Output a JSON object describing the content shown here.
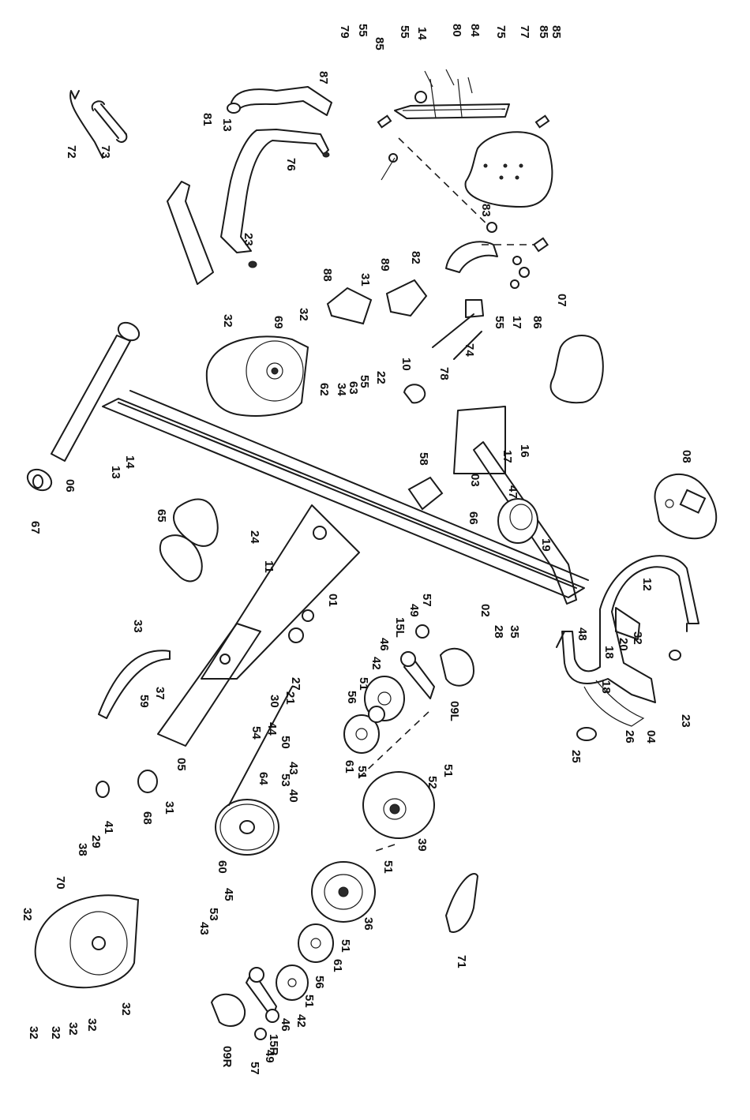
{
  "labels": {
    "p85a": "85",
    "p79": "79",
    "p55a": "55",
    "p85b": "85",
    "p55b": "55",
    "p14a": "14",
    "p80": "80",
    "p84": "84",
    "p75": "75",
    "p77": "77",
    "p85c": "85",
    "p87": "87",
    "p81": "81",
    "p13a": "13",
    "p76": "76",
    "p72": "72",
    "p73": "73",
    "p23a": "23",
    "p83": "83",
    "p89": "89",
    "p82": "82",
    "p88": "88",
    "p31a": "31",
    "p86": "86",
    "p17a": "17",
    "p55c": "55",
    "p74": "74",
    "p78": "78",
    "p07": "07",
    "p32a": "32",
    "p32b": "32",
    "p69": "69",
    "p10": "10",
    "p22": "22",
    "p55d": "55",
    "p63": "63",
    "p62": "62",
    "p34": "34",
    "p16": "16",
    "p17b": "17",
    "p03": "03",
    "p06": "06",
    "p14b": "14",
    "p13b": "13",
    "p67": "67",
    "p58": "58",
    "p08": "08",
    "p47": "47",
    "p65": "65",
    "p24": "24",
    "p11": "11",
    "p66": "66",
    "p19": "19",
    "p12": "12",
    "p02": "02",
    "p28": "28",
    "p35": "35",
    "p57a": "57",
    "p49a": "49",
    "p15L": "15L",
    "p48": "48",
    "p32c": "32",
    "p20": "20",
    "p18a": "18",
    "p18b": "18",
    "p46a": "46",
    "p42a": "42",
    "p01": "01",
    "p27": "27",
    "p21": "21",
    "p30": "30",
    "p33": "33",
    "p37": "37",
    "p59": "59",
    "p51a": "51",
    "p56a": "56",
    "p09L": "09L",
    "p04": "04",
    "p23b": "23",
    "p26": "26",
    "p44": "44",
    "p54": "54",
    "p50": "50",
    "p25": "25",
    "p61a": "61",
    "p51b": "51",
    "p51c": "51",
    "p52": "52",
    "p43a": "43",
    "p53a": "53",
    "p40": "40",
    "p64": "64",
    "p05": "05",
    "p31b": "31",
    "p68": "68",
    "p41": "41",
    "p29": "29",
    "p38": "38",
    "p39": "39",
    "p60": "60",
    "p51d": "51",
    "p45": "45",
    "p53b": "53",
    "p43b": "43",
    "p36": "36",
    "p71": "71",
    "p70": "70",
    "p32d": "32",
    "p51e": "51",
    "p61b": "61",
    "p56b": "56",
    "p51f": "51",
    "p42b": "42",
    "p46b": "46",
    "p32e": "32",
    "p32f": "32",
    "p32g": "32",
    "p32h": "32",
    "p15R": "15R",
    "p49b": "49",
    "p57b": "57",
    "p09R": "09R",
    "p32i": "32"
  }
}
